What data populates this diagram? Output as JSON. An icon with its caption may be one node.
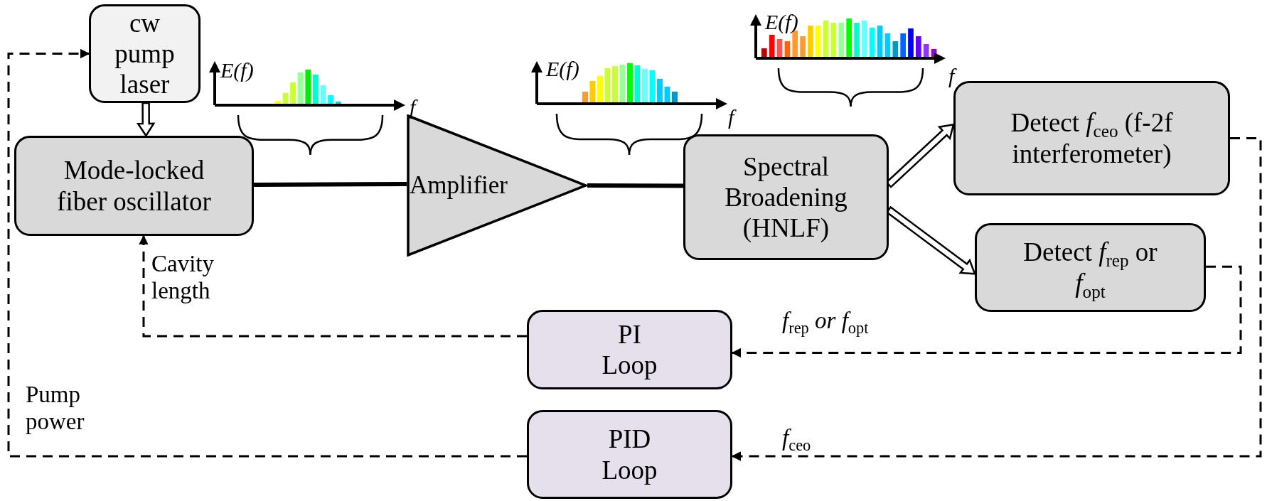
{
  "diagram": {
    "nodes": [
      {
        "text": [
          "cw pump laser"
        ]
      },
      {
        "text": [
          "Mode-locked fiber oscillator"
        ]
      },
      {
        "text": [
          "Amplifier"
        ]
      },
      {
        "text": [
          "Spectral Broadening (HNLF)"
        ]
      },
      {
        "text": [
          "Detect *f*$_{ceo}$ (f-2f interferometer)"
        ]
      },
      {
        "text": [
          "Detect *f*$_{rep}$ or *f*$_{opt}$"
        ]
      },
      {
        "text": [
          "PI Loop"
        ]
      },
      {
        "text": [
          "PID Loop"
        ]
      }
    ],
    "edges": [
      {
        "from": 0,
        "to": 1,
        "arrow": "to"
      },
      {
        "from": 1,
        "to": 2,
        "arrow": "none",
        "style": "thick"
      },
      {
        "from": 2,
        "to": 3,
        "arrow": "none",
        "style": "thick"
      },
      {
        "from": 3,
        "to": 4,
        "arrow": "to"
      },
      {
        "from": 3,
        "to": 5,
        "arrow": "to"
      },
      {
        "from": 4,
        "to": 7,
        "arrow": "to",
        "style": "dashed",
        "label": "*f*$_{ceo}$"
      },
      {
        "from": 5,
        "to": 6,
        "arrow": "to",
        "style": "dashed",
        "label": "*f*$_{rep}$ *or f*$_{opt}$"
      },
      {
        "from": 6,
        "to": 1,
        "arrow": "to",
        "style": "dashed",
        "label": "Cavity length"
      },
      {
        "from": 7,
        "to": 0,
        "arrow": "to",
        "style": "dashed",
        "label": "Pump power"
      }
    ],
    "labels": [
      "E(f)",
      "f",
      "E(f)",
      "f",
      "E(f)",
      "f"
    ]
  }
}
